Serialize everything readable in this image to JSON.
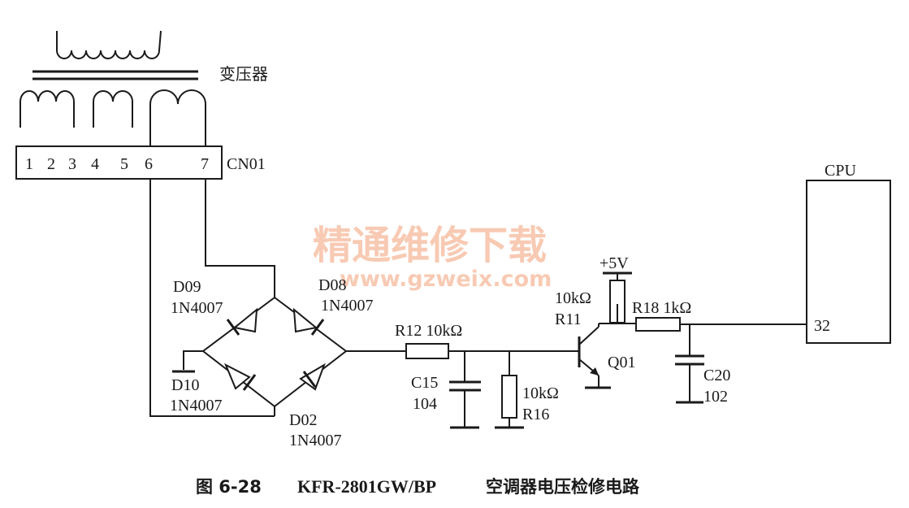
{
  "transformer": {
    "label": "变压器"
  },
  "connector": {
    "name": "CN01",
    "pins": [
      "1",
      "2",
      "3",
      "4",
      "5",
      "6",
      "7"
    ]
  },
  "diodes": [
    {
      "ref": "D09",
      "part": "1N4007"
    },
    {
      "ref": "D08",
      "part": "1N4007"
    },
    {
      "ref": "D10",
      "part": "1N4007"
    },
    {
      "ref": "D02",
      "part": "1N4007"
    }
  ],
  "resistors": {
    "r12": "R12 10kΩ",
    "r16_value": "10kΩ",
    "r16_ref": "R16",
    "r11_value": "10kΩ",
    "r11_ref": "R11",
    "r18": "R18 1kΩ"
  },
  "capacitors": {
    "c15_ref": "C15",
    "c15_value": "104",
    "c20_ref": "C20",
    "c20_value": "102"
  },
  "transistor": {
    "ref": "Q01"
  },
  "supply": {
    "label": "+5V"
  },
  "cpu": {
    "label": "CPU",
    "pin": "32"
  },
  "watermark": {
    "cn": "精通维修下载",
    "url": "www.gzweix.com"
  },
  "caption": {
    "figure": "图 6-28",
    "model": "KFR-2801GW/BP",
    "title": "空调器电压检修电路"
  }
}
